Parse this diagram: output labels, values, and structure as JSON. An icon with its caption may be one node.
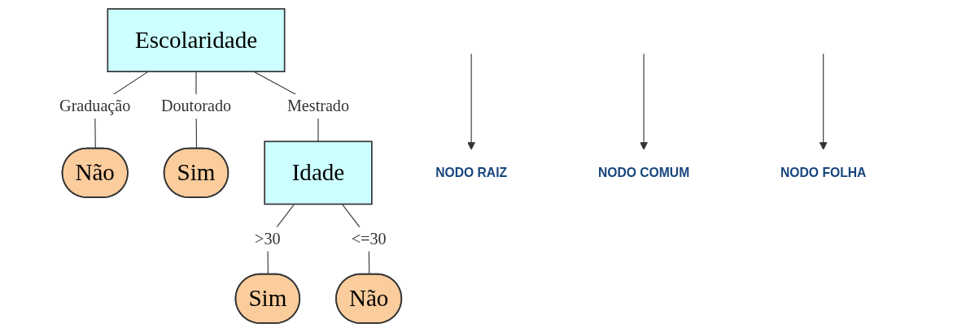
{
  "diagram": {
    "nodes": [
      {
        "text": [
          "Escolaridade"
        ]
      },
      {
        "text": [
          "Não"
        ]
      },
      {
        "text": [
          "Sim"
        ]
      },
      {
        "text": [
          "Idade"
        ]
      },
      {
        "text": [
          "Sim"
        ]
      },
      {
        "text": [
          "Não"
        ]
      },
      {
        "text": [
          "NODO RAIZ"
        ]
      },
      {
        "text": [
          "NODO COMUM"
        ]
      },
      {
        "text": [
          "NODO FOLHA"
        ]
      }
    ],
    "edges": [
      {
        "from": 0,
        "to": 1,
        "arrow": "none",
        "label": "Graduação"
      },
      {
        "from": 0,
        "to": 2,
        "arrow": "none",
        "label": "Doutorado"
      },
      {
        "from": 0,
        "to": 3,
        "arrow": "none",
        "label": "Mestrado"
      },
      {
        "from": 3,
        "to": 4,
        "arrow": "none",
        "label": ">30"
      },
      {
        "from": 3,
        "to": 5,
        "arrow": "none",
        "label": "<=30"
      },
      {
        "from": null,
        "to": 6,
        "arrow": "to"
      },
      {
        "from": null,
        "to": 7,
        "arrow": "to"
      },
      {
        "from": null,
        "to": 8,
        "arrow": "to"
      }
    ]
  }
}
